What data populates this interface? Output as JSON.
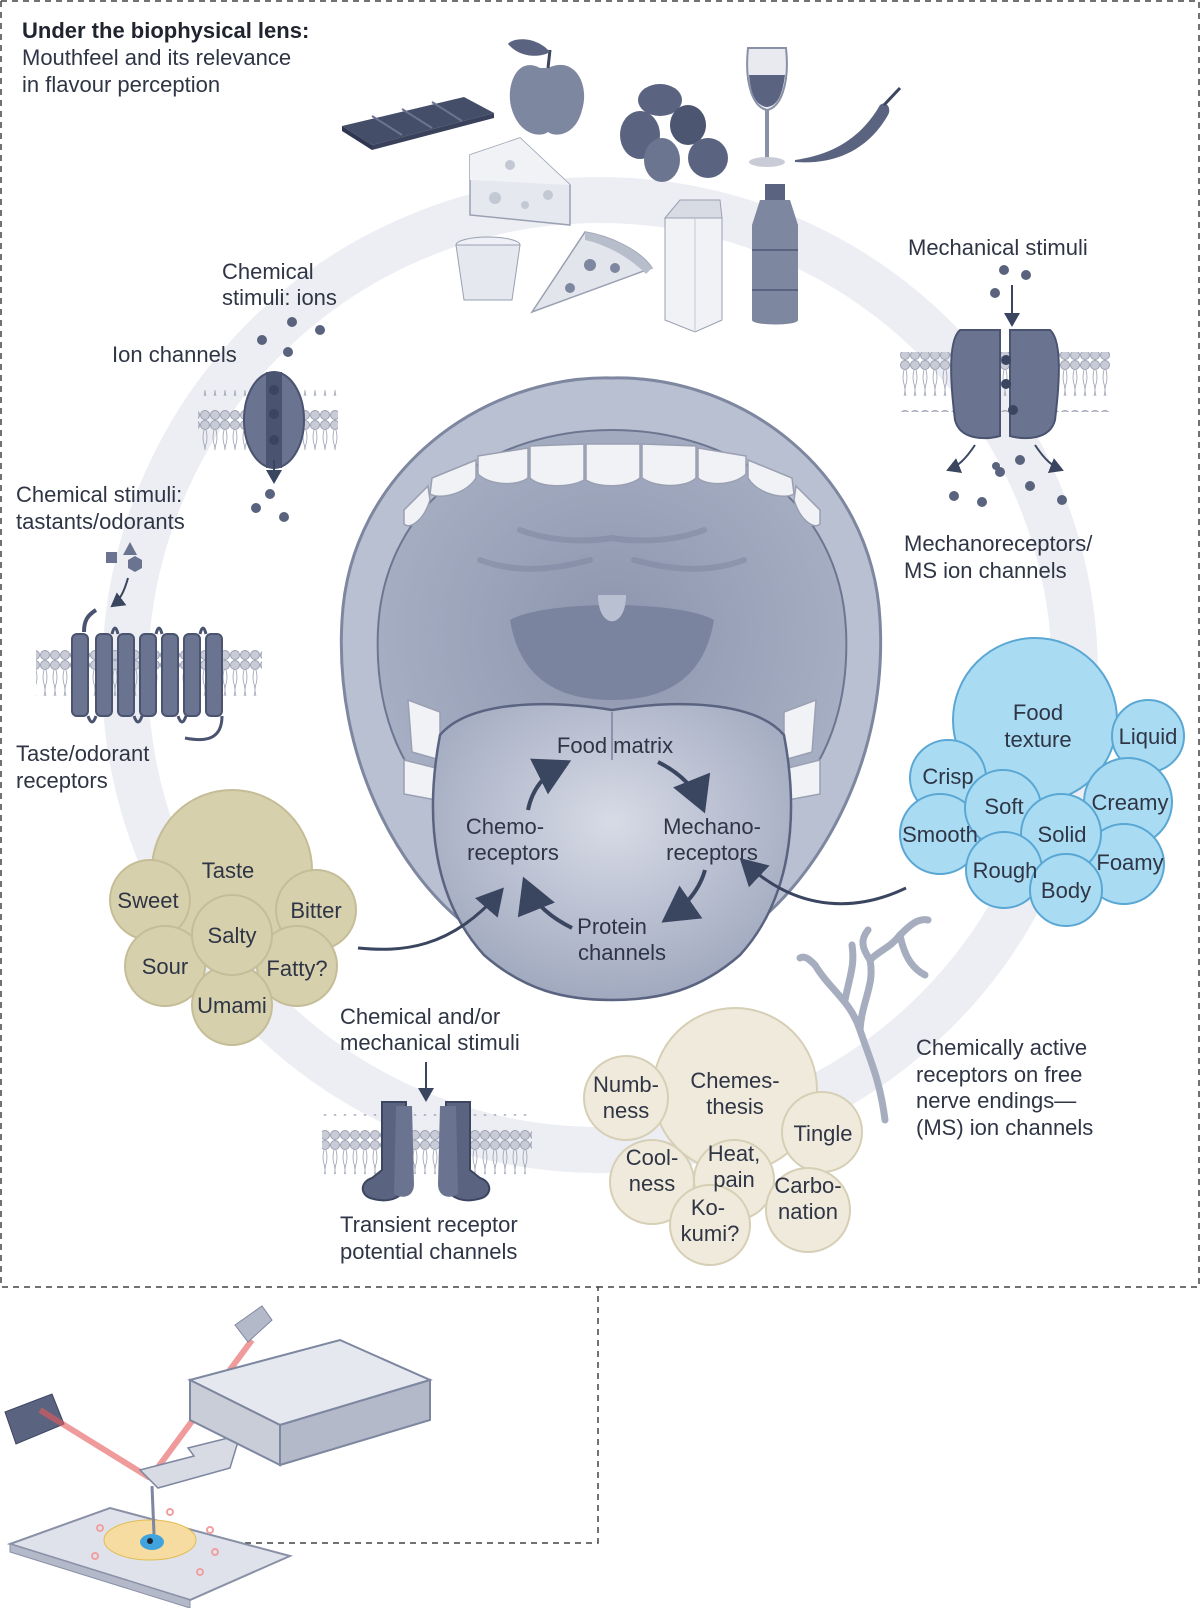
{
  "header": {
    "title_bold": "Under the biophysical lens:",
    "subtitle_line1": "Mouthfeel and its relevance",
    "subtitle_line2": "in flavour perception"
  },
  "labels": {
    "chemical_ions_1": "Chemical",
    "chemical_ions_2": "stimuli: ions",
    "ion_channels": "Ion channels",
    "chem_tastants_1": "Chemical stimuli:",
    "chem_tastants_2": "tastants/odorants",
    "taste_receptors_1": "Taste/odorant",
    "taste_receptors_2": "receptors",
    "mechanical_stimuli": "Mechanical stimuli",
    "mechano_ms_1": "Mechanoreceptors/",
    "mechano_ms_2": "MS ion channels",
    "chem_mech_1": "Chemical and/or",
    "chem_mech_2": "mechanical stimuli",
    "trp_1": "Transient receptor",
    "trp_2": "potential channels",
    "free_nerve_1": "Chemically active",
    "free_nerve_2": "receptors on free",
    "free_nerve_3": "nerve endings—",
    "free_nerve_4": "(MS) ion channels"
  },
  "tongue_cycle": {
    "food_matrix": "Food matrix",
    "mechano_1": "Mechano-",
    "mechano_2": "receptors",
    "protein_1": "Protein",
    "protein_2": "channels",
    "chemo_1": "Chemo-",
    "chemo_2": "receptors"
  },
  "taste_cluster": {
    "main": "Taste",
    "sweet": "Sweet",
    "bitter": "Bitter",
    "salty": "Salty",
    "sour": "Sour",
    "fatty": "Fatty?",
    "umami": "Umami"
  },
  "texture_cluster": {
    "main_1": "Food",
    "main_2": "texture",
    "liquid": "Liquid",
    "crisp": "Crisp",
    "soft": "Soft",
    "creamy": "Creamy",
    "smooth": "Smooth",
    "solid": "Solid",
    "foamy": "Foamy",
    "rough": "Rough",
    "body": "Body"
  },
  "chemesthesis_cluster": {
    "main_1": "Chemes-",
    "main_2": "thesis",
    "numbness_1": "Numb-",
    "numbness_2": "ness",
    "tingle": "Tingle",
    "coolness_1": "Cool-",
    "coolness_2": "ness",
    "heat_1": "Heat,",
    "heat_2": "pain",
    "carbonation_1": "Carbo-",
    "carbonation_2": "nation",
    "kokumi_1": "Ko-",
    "kokumi_2": "kumi?"
  },
  "colors": {
    "taste": "#d6d0ad",
    "texture": "#a9dcf3",
    "chemesthesis": "#efeadb",
    "mouth": "#a9b0c6",
    "ring": "#eceef3",
    "protein": "#5d677f"
  }
}
